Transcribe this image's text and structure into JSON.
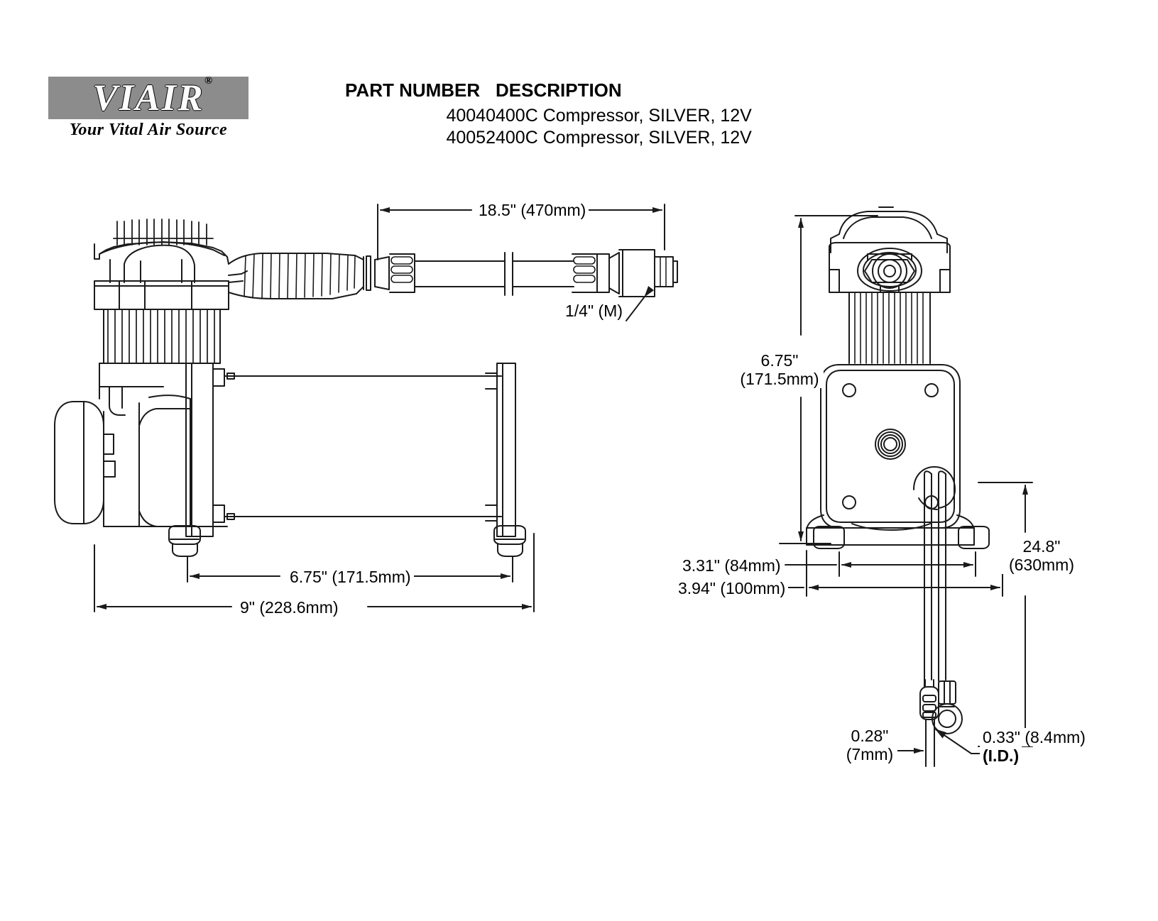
{
  "logo": {
    "wordmark": "VIAIR",
    "registered": "®",
    "tagline": "Your Vital Air Source"
  },
  "parts_table": {
    "headers": {
      "part_number": "PART NUMBER",
      "description": "DESCRIPTION"
    },
    "rows": [
      {
        "part_number": "40040",
        "description": "400C Compressor, SILVER, 12V"
      },
      {
        "part_number": "40052",
        "description": "400C Compressor, SILVER, 12V"
      }
    ]
  },
  "dimensions": {
    "hose_length": "18.5\" (470mm)",
    "fitting_thread": "1/4\" (M)",
    "bracket_hole_spacing": "6.75\" (171.5mm)",
    "overall_length": "9\" (228.6mm)",
    "overall_height_line1": "6.75\"",
    "overall_height_line2": "(171.5mm)",
    "bracket_width_inner": "3.31\" (84mm)",
    "bracket_width_outer": "3.94\" (100mm)",
    "lead_length_line1": "24.8\"",
    "lead_length_line2": "(630mm)",
    "terminal_width_line1": "0.28\"",
    "terminal_width_line2": "(7mm)",
    "ring_terminal_size": "0.33\" (8.4mm)",
    "ring_terminal_note": "(I.D.)"
  },
  "views": {
    "side_view_name": "compressor-side-view",
    "front_view_name": "compressor-front-view",
    "hose_name": "air-hose-assembly",
    "lead_wire_name": "power-lead-wire"
  },
  "colors": {
    "line": "#1a1a1a",
    "logo_background": "#8c8c8c",
    "logo_text": "#ffffff",
    "page_background": "#ffffff"
  }
}
